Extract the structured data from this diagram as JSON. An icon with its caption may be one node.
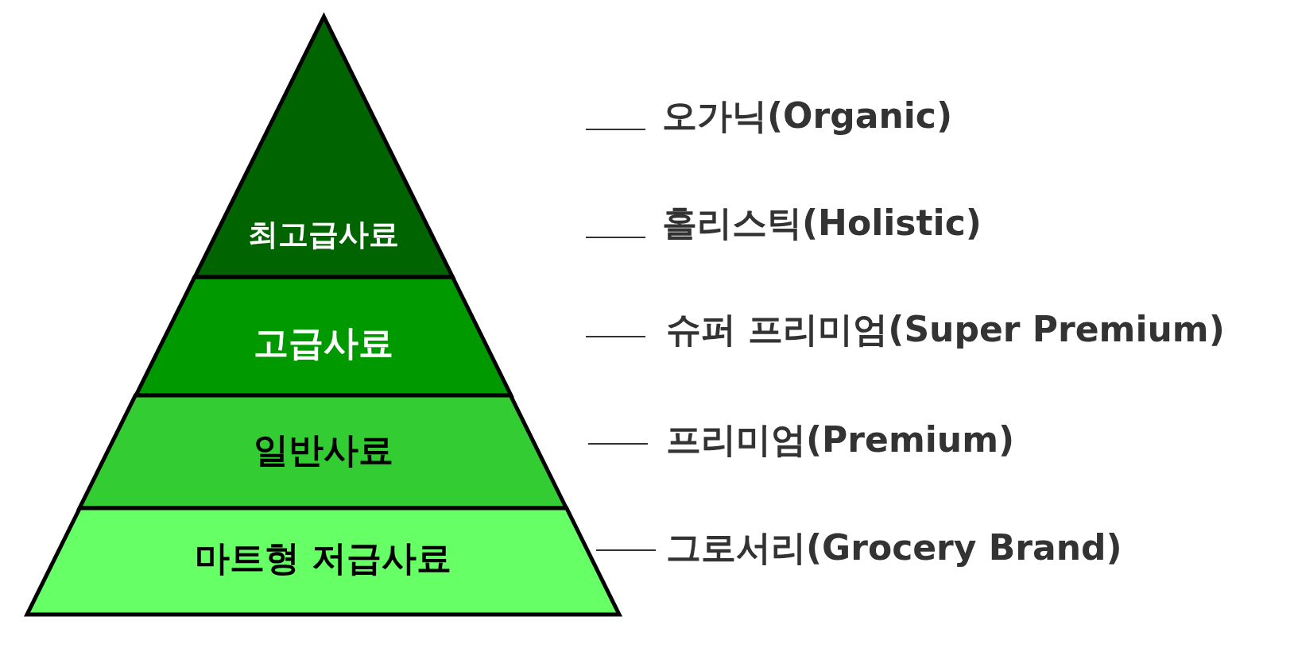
{
  "diagram": {
    "nodes": [
      {
        "text": [
          "최고급사료"
        ]
      },
      {
        "text": [
          "고급사료"
        ]
      },
      {
        "text": [
          "일반사료"
        ]
      },
      {
        "text": [
          "마트형 저급사료"
        ]
      }
    ],
    "labels": [
      "오가닉(Organic)",
      "홀리스틱(Holistic)",
      "슈퍼 프리미엄(Super Premium)",
      "프리미엄(Premium)",
      "그로서리(Grocery Brand)"
    ]
  }
}
